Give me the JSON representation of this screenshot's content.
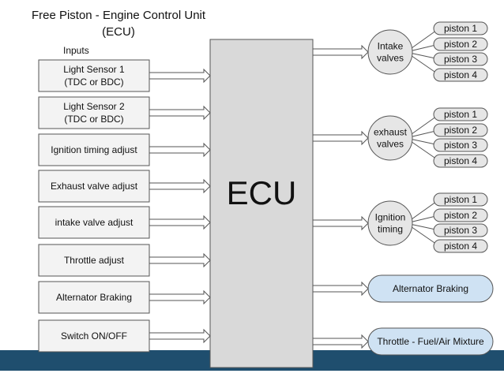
{
  "title_lines": [
    "Free Piston - Engine Control Unit",
    "(ECU)"
  ],
  "inputs_caption": "Inputs",
  "ecu_label": "ECU",
  "inputs": [
    [
      "Light Sensor 1",
      "(TDC or BDC)"
    ],
    [
      "Light Sensor 2",
      "(TDC or BDC)"
    ],
    [
      "Ignition timing adjust"
    ],
    [
      "Exhaust valve adjust"
    ],
    [
      "intake valve adjust"
    ],
    [
      "Throttle adjust"
    ],
    [
      "Alternator Braking"
    ],
    [
      "Switch ON/OFF"
    ]
  ],
  "output_groups": [
    {
      "label": [
        "Intake",
        "valves"
      ],
      "pistons": [
        "piston 1",
        "piston 2",
        "piston 3",
        "piston 4"
      ]
    },
    {
      "label": [
        "exhaust",
        "valves"
      ],
      "pistons": [
        "piston 1",
        "piston 2",
        "piston 3",
        "piston 4"
      ]
    },
    {
      "label": [
        "Ignition",
        "timing"
      ],
      "pistons": [
        "piston 1",
        "piston 2",
        "piston 3",
        "piston 4"
      ]
    }
  ],
  "outputs": [
    "Alternator Braking",
    "Throttle  - Fuel/Air Mixture"
  ],
  "colors": {
    "box_fill": "#f3f3f3",
    "ecu_fill": "#d9d9d9",
    "node_fill": "#e6e6e6",
    "output_fill": "#cfe2f3",
    "stroke": "#555555",
    "band": "#1f4e6e"
  }
}
